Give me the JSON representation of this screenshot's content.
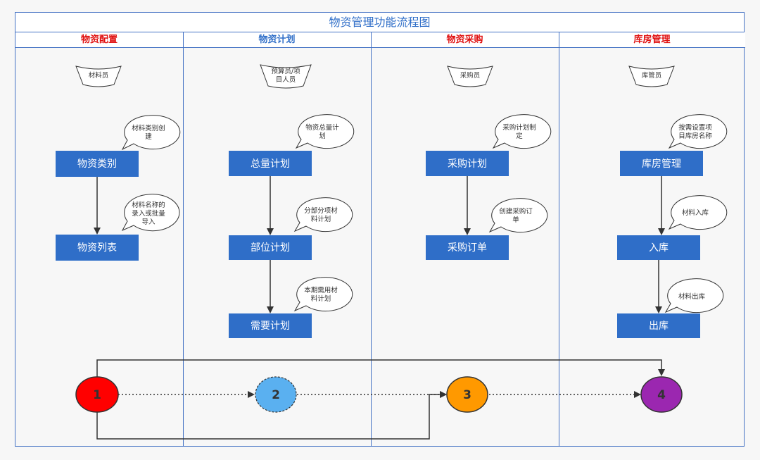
{
  "title": "物资管理功能流程图",
  "lanes": [
    "物资配置",
    "物资计划",
    "物资采购",
    "库房管理"
  ],
  "roles": {
    "config": "材料员",
    "plan_line1": "预算员/项",
    "plan_line2": "目人员",
    "purchase": "采购员",
    "warehouse": "库管员"
  },
  "boxes": {
    "category": "物资类别",
    "list": "物资列表",
    "total_plan": "总量计划",
    "part_plan": "部位计划",
    "need_plan": "需要计划",
    "purchase_plan": "采购计划",
    "purchase_order": "采购订单",
    "warehouse_mgmt": "库房管理",
    "inbound": "入库",
    "outbound": "出库"
  },
  "bubbles": {
    "b1_l1": "材料类别创",
    "b1_l2": "建",
    "b2_l1": "材料名称的",
    "b2_l2": "录入或批量",
    "b2_l3": "导入",
    "b3_l1": "物资总量计",
    "b3_l2": "划",
    "b4_l1": "分部分项材",
    "b4_l2": "料计划",
    "b5_l1": "本期需用材",
    "b5_l2": "料计划",
    "b6_l1": "采购计划制",
    "b6_l2": "定",
    "b7_l1": "创建采购订",
    "b7_l2": "单",
    "b8_l1": "按需设置项",
    "b8_l2": "目库房名称",
    "b9": "材料入库",
    "b10": "材料出库"
  },
  "circles": [
    "1",
    "2",
    "3",
    "4"
  ],
  "colors": {
    "box": "#2f6ec8",
    "lane_border": "#4472c4",
    "header_red": "#e01010",
    "c1": "#ff0000",
    "c2": "#5ab0f0",
    "c3": "#ff9900",
    "c4": "#9b27b0"
  }
}
